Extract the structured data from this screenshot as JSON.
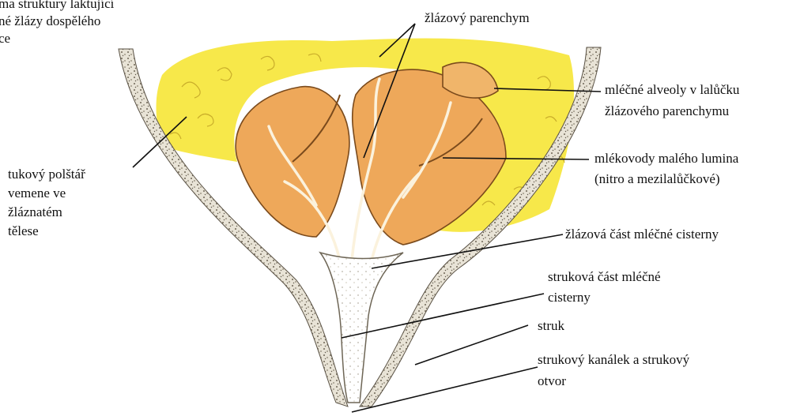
{
  "title_lines": [
    "ma struktury laktující",
    "né žlázy dospělého",
    "ce"
  ],
  "labels": {
    "parenchym": "žlázový parenchym",
    "alveoly_1": "mléčné alveoly v lalůčku",
    "alveoly_2": "žlázového parenchymu",
    "mlekovody_1": "mlékovody malého lumina",
    "mlekovody_2": "(nitro a mezilalůčkové)",
    "tukovy_1": "tukový polštář",
    "tukovy_2": "vemene ve",
    "tukovy_3": "žláznatém",
    "tukovy_4": "tělese",
    "zlazova_cisterna": "žlázová část mléčné cisterny",
    "strukova_cisterna_1": "struková část mléčné",
    "strukova_cisterna_2": "cisterny",
    "struk": "struk",
    "kanalek_1": "strukový kanálek a strukový",
    "kanalek_2": "otvor"
  },
  "colors": {
    "fat_yellow": "#f7e84a",
    "gland_orange": "#eea85a",
    "gland_light": "#f6d79a",
    "skin_speckle": "#8a8170",
    "line": "#111111"
  }
}
